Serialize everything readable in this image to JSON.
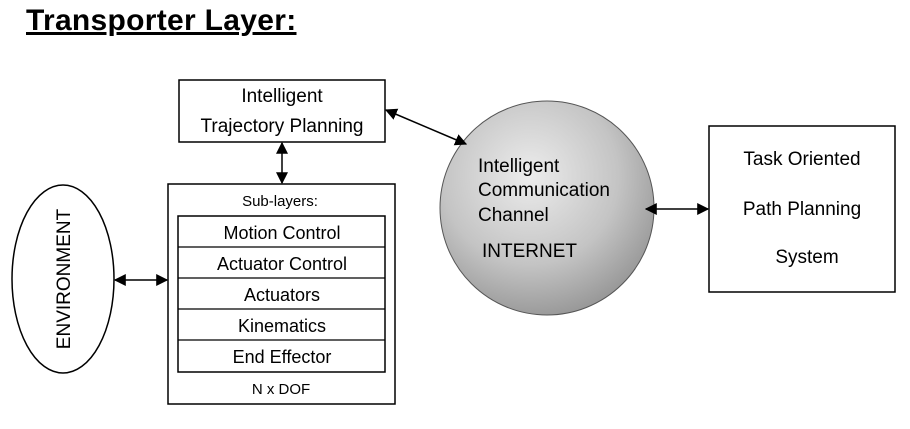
{
  "title": "Transporter Layer:",
  "trajectory": {
    "line1": "Intelligent",
    "line2": "Trajectory Planning"
  },
  "sublayers": {
    "header": "Sub-layers:",
    "items": [
      "Motion Control",
      "Actuator Control",
      "Actuators",
      "Kinematics",
      "End Effector"
    ],
    "footer": "N x DOF"
  },
  "environment": "ENVIRONMENT",
  "channel": {
    "line1": "Intelligent",
    "line2": "Communication",
    "line3": "Channel",
    "line4": "INTERNET"
  },
  "task": {
    "line1": "Task Oriented",
    "line2": "Path Planning",
    "line3": "System"
  },
  "colors": {
    "sphere_light": "#ececec",
    "sphere_dark": "#8a8a8a"
  }
}
